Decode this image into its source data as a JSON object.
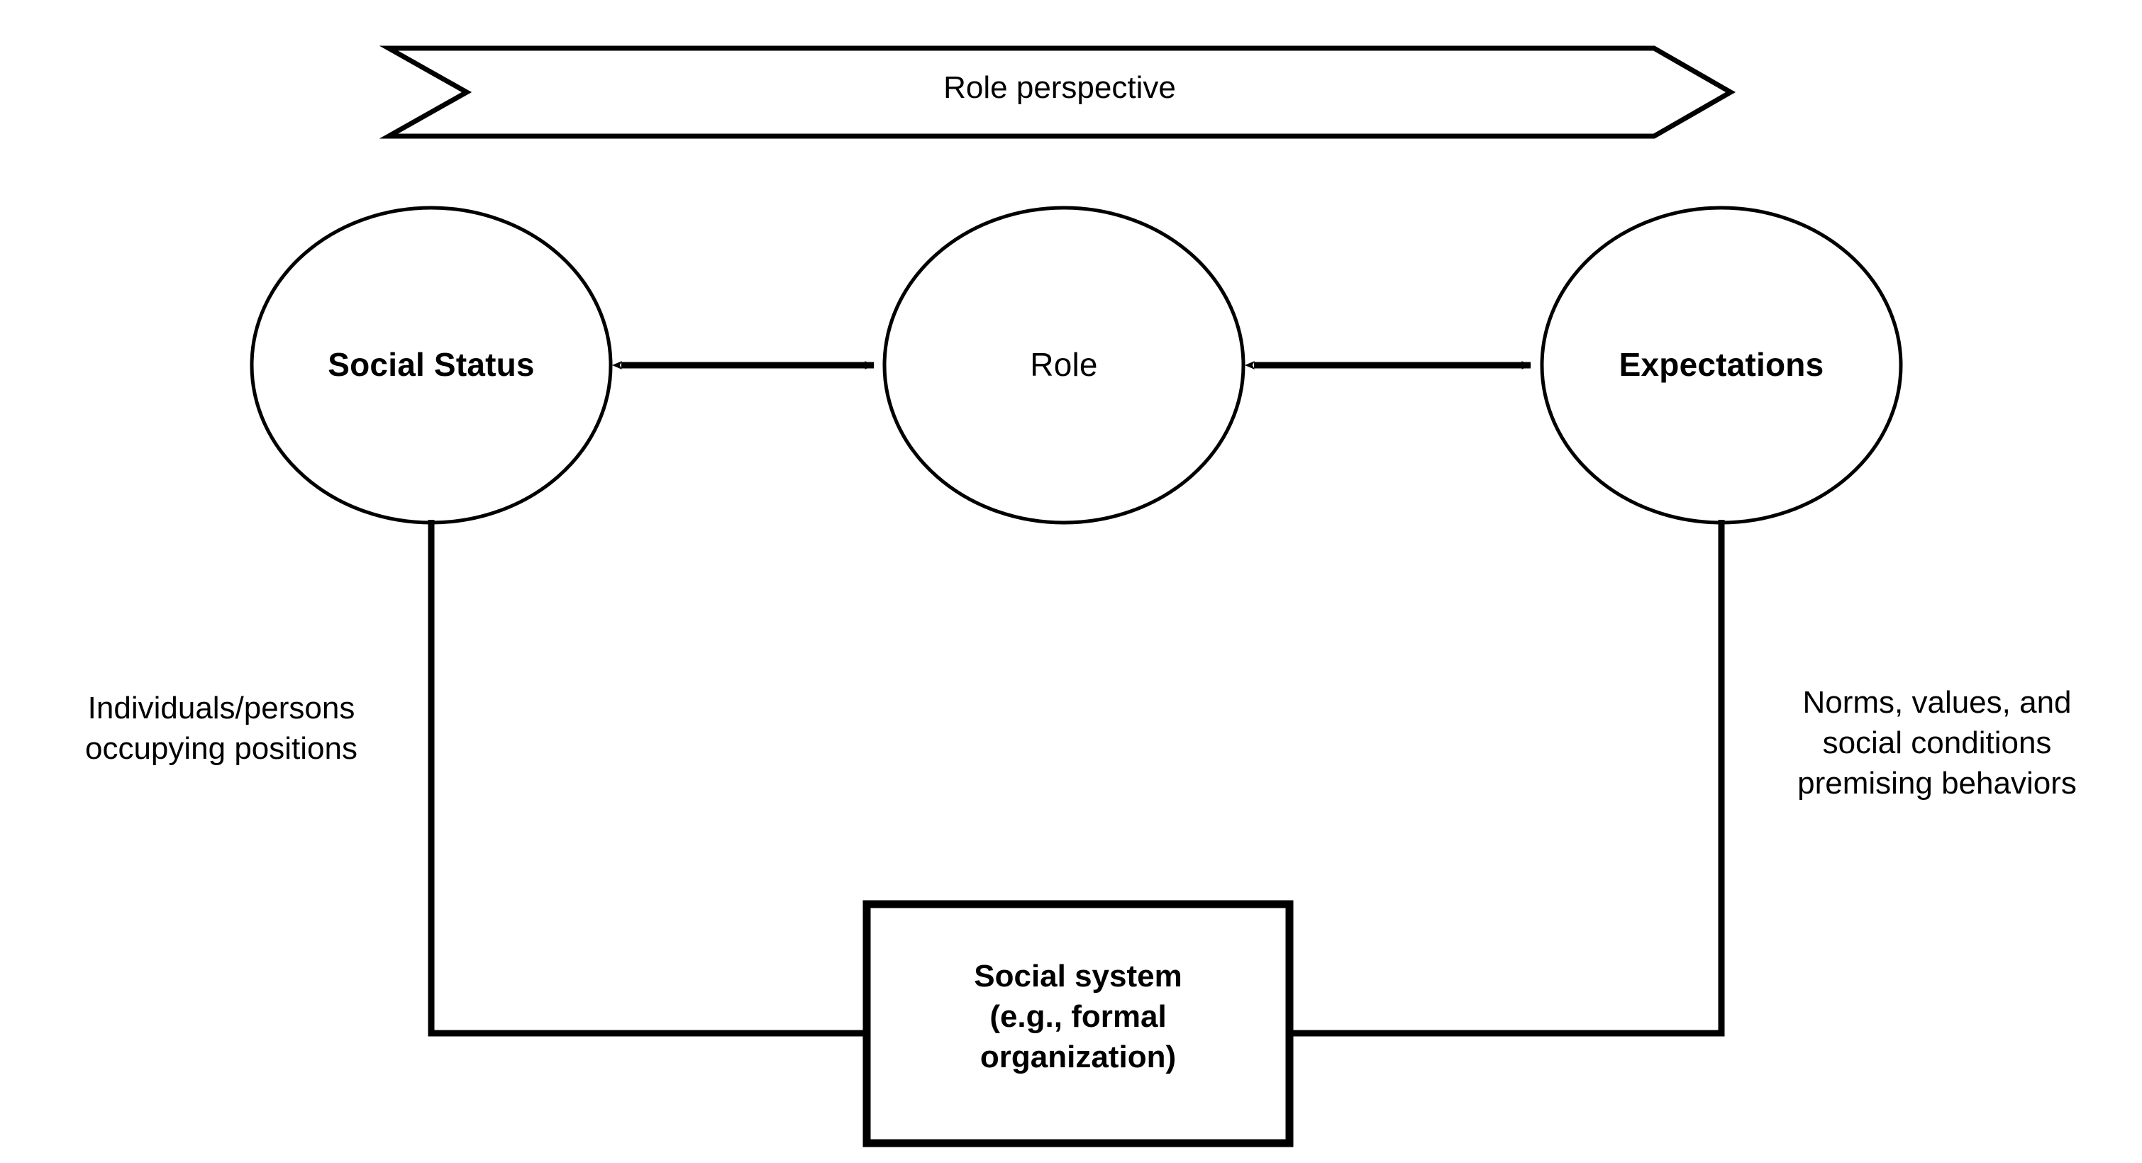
{
  "diagram": {
    "title": "Role perspective",
    "banner": {
      "label": "Role perspective",
      "shape": "chevron-banner"
    },
    "nodes": [
      {
        "id": "social-status",
        "label": "Social Status",
        "shape": "circle",
        "bold": true
      },
      {
        "id": "role",
        "label": "Role",
        "shape": "circle",
        "bold": false
      },
      {
        "id": "expectations",
        "label": "Expectations",
        "shape": "circle",
        "bold": true
      }
    ],
    "box": {
      "id": "social-system",
      "label": "Social system\n(e.g., formal\norganization)",
      "line1": "Social system",
      "line2": "(e.g., formal",
      "line3": "organization)"
    },
    "annotations": {
      "left": {
        "text": "Individuals/persons\noccupying positions",
        "line1": "Individuals/persons",
        "line2": "occupying positions"
      },
      "right": {
        "text": "Norms, values, and\nsocial conditions\npremising behaviors",
        "line1": "Norms, values, and",
        "line2": "social conditions",
        "line3": "premising behaviors"
      }
    },
    "connections": [
      {
        "from": "social-status",
        "to": "role",
        "type": "double-arrow"
      },
      {
        "from": "role",
        "to": "expectations",
        "type": "double-arrow"
      },
      {
        "from": "social-status",
        "to": "social-system",
        "type": "elbow-line"
      },
      {
        "from": "expectations",
        "to": "social-system",
        "type": "elbow-line"
      }
    ],
    "colors": {
      "stroke": "#000000",
      "background": "#ffffff",
      "text": "#000000"
    }
  }
}
